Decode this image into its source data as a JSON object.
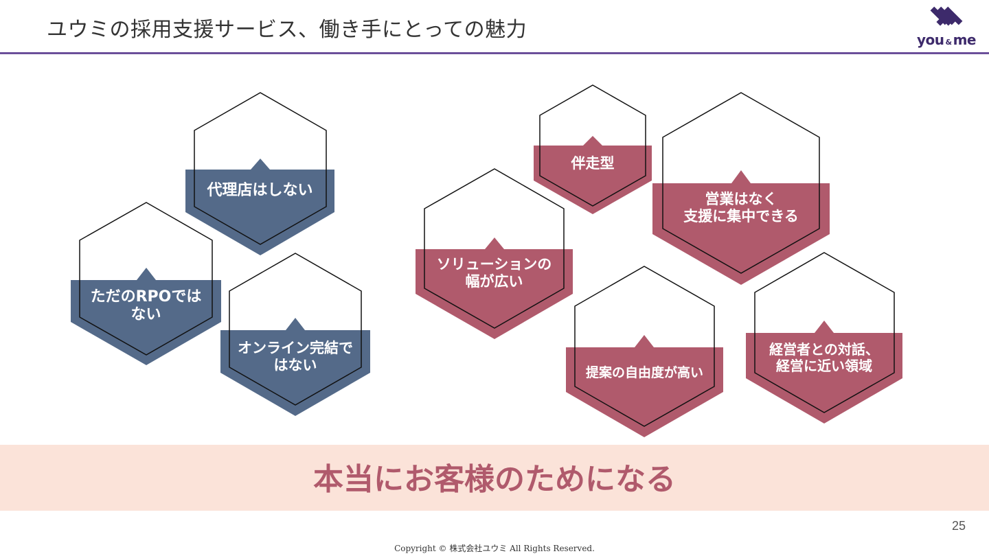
{
  "header": {
    "title": "ユウミの採用支援サービス、働き手にとっての魅力",
    "logo_text_1": "you",
    "logo_amp": "&",
    "logo_text_2": "me"
  },
  "colors": {
    "blue": "#546a89",
    "red": "#b05a6c",
    "banner_bg": "#fbe3d9",
    "rule": "#6b4f9a"
  },
  "left_group": {
    "items": [
      {
        "lines": [
          "代理店はしない"
        ]
      },
      {
        "lines": [
          "ただのRPOでは",
          "ない"
        ]
      },
      {
        "lines": [
          "オンライン完結で",
          "はない"
        ]
      }
    ]
  },
  "right_group": {
    "items": [
      {
        "lines": [
          "伴走型"
        ]
      },
      {
        "lines": [
          "営業はなく",
          "支援に集中できる"
        ]
      },
      {
        "lines": [
          "ソリューションの",
          "幅が広い"
        ]
      },
      {
        "lines": [
          "提案の自由度が高い"
        ]
      },
      {
        "lines": [
          "経営者との対話、",
          "経営に近い領域"
        ]
      }
    ]
  },
  "banner": {
    "text": "本当にお客様のためになる"
  },
  "footer": {
    "page_number": "25",
    "copyright": "Copyright © 株式会社ユウミ All Rights Reserved."
  }
}
